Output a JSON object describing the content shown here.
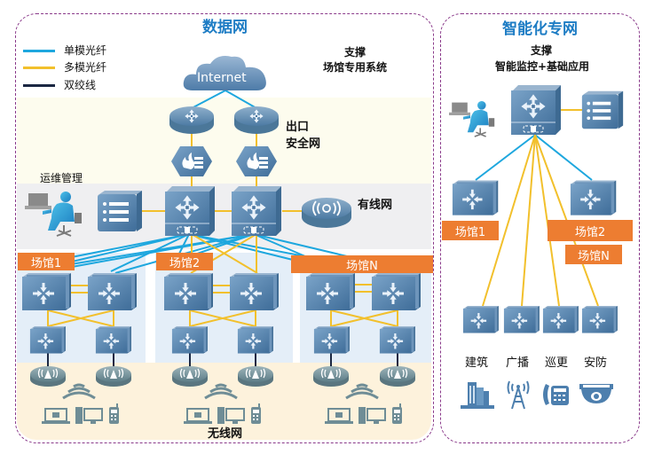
{
  "legend": [
    {
      "label": "单模光纤",
      "color": "#1ea7de"
    },
    {
      "label": "多模光纤",
      "color": "#f2c02c"
    },
    {
      "label": "双绞线",
      "color": "#1b2742"
    }
  ],
  "data_network": {
    "title": "数据网",
    "support_line1": "支撑",
    "support_line2": "场馆专用系统",
    "internet_label": "Internet",
    "egress_line1": "出口",
    "egress_line2": "安全网",
    "ops_label": "运维管理",
    "wired_label": "有线网",
    "wireless_label": "无线网",
    "venues": [
      "场馆1",
      "场馆2",
      "场馆N"
    ]
  },
  "smart_network": {
    "title": "智能化专网",
    "support_line1": "支撑",
    "support_line2": "智能监控+基础应用",
    "venues": [
      "场馆1",
      "场馆2",
      "场馆N"
    ],
    "subsystems": [
      "建筑",
      "广播",
      "巡更",
      "安防"
    ]
  },
  "colors": {
    "single_mode": "#1ea7de",
    "multi_mode": "#f2c02c",
    "twisted_pair": "#1b2742",
    "venue_tag": "#ed7d31",
    "title_blue": "#1d7cc4",
    "device_blue": "#5a86b0"
  }
}
